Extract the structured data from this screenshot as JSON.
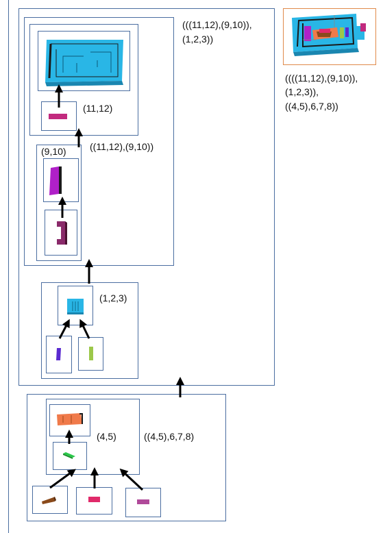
{
  "labels": {
    "top_assembly": [
      "(((11,12),(9,10)),",
      "(1,2,3))"
    ],
    "final_assembly": [
      "((((11,12),(9,10)),",
      "(1,2,3)),",
      "((4,5),6,7,8))"
    ],
    "sub_11_12": "(11,12)",
    "sub_9_10": "(9,10)",
    "sub_11_12_9_10": "((11,12),(9,10))",
    "sub_1_2_3": "(1,2,3)",
    "sub_4_5": "(4,5)",
    "sub_4_5_6_7_8": "((4,5),6,7,8)"
  },
  "colors": {
    "frame": "#4a6da0",
    "final_frame": "#e08a4a",
    "cyan": "#29b6e6",
    "magenta": "#c22a7e",
    "violet": "#b020c8",
    "plum": "#8a2a6a",
    "blue_purple": "#5a2ad0",
    "lime": "#9cc84a",
    "salmon": "#f07a4a",
    "green": "#2ac84a",
    "brown": "#8a4a1a",
    "pink": "#e02a6a",
    "mauve": "#b04a9a"
  }
}
